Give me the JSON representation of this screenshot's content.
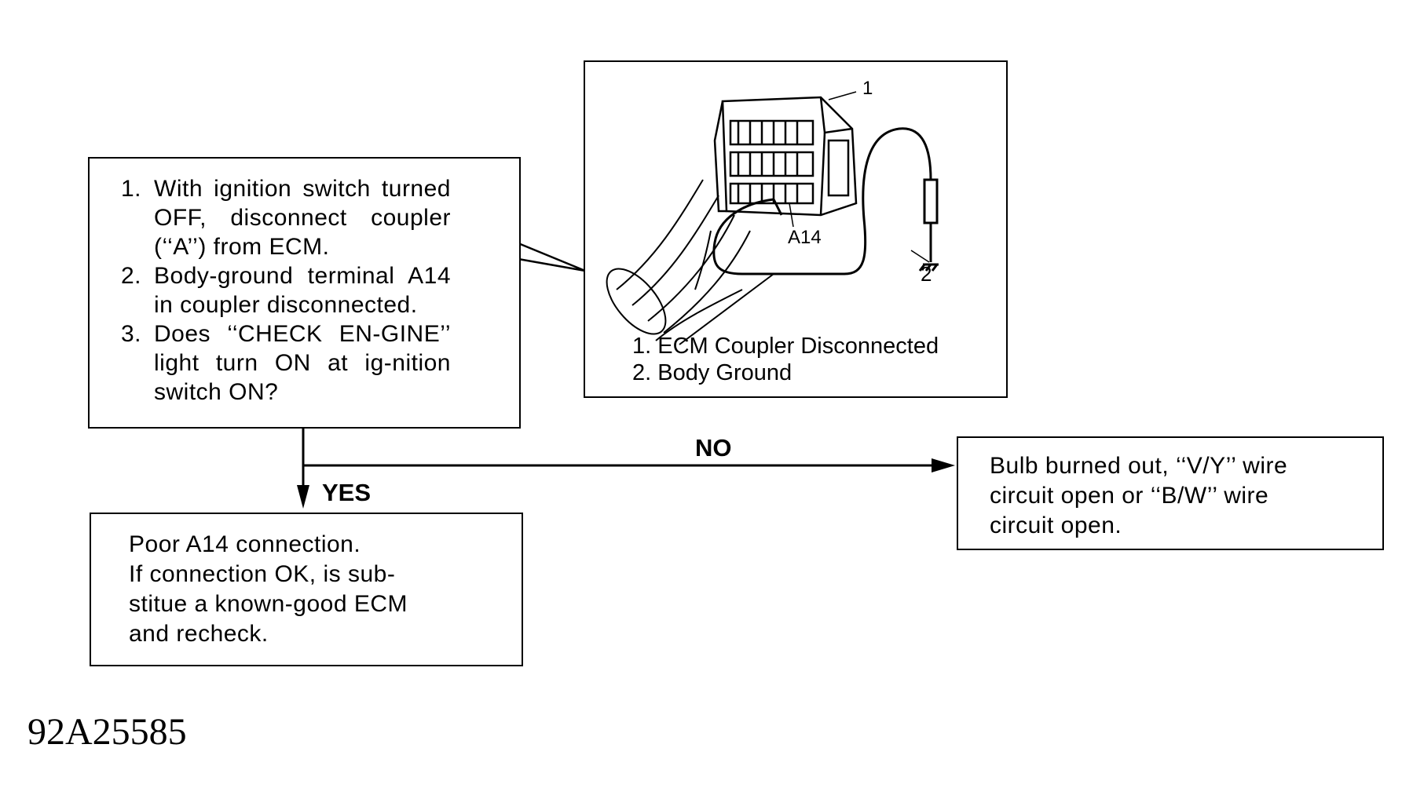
{
  "question_box": {
    "steps": [
      {
        "num": "1.",
        "text": "With ignition switch turned OFF, disconnect coupler (‘‘A’’) from ECM."
      },
      {
        "num": "2.",
        "text": "Body-ground terminal A14 in coupler disconnected."
      },
      {
        "num": "3.",
        "text": "Does ‘‘CHECK EN-GINE’’ light turn ON at ig-nition switch ON?"
      }
    ]
  },
  "illustration": {
    "callout_1": "1",
    "callout_2": "2",
    "terminal_label": "A14",
    "legend": [
      "1. ECM Coupler Disconnected",
      "2. Body Ground"
    ]
  },
  "flow": {
    "yes_label": "YES",
    "no_label": "NO"
  },
  "yes_box": {
    "lines": [
      "Poor A14 connection.",
      "If connection OK, is sub-",
      "stitue a known-good ECM",
      "and recheck."
    ]
  },
  "no_box": {
    "lines": [
      "Bulb burned out, ‘‘V/Y’’ wire",
      "circuit open or ‘‘B/W’’ wire",
      "circuit open."
    ]
  },
  "figure_id": "92A25585"
}
